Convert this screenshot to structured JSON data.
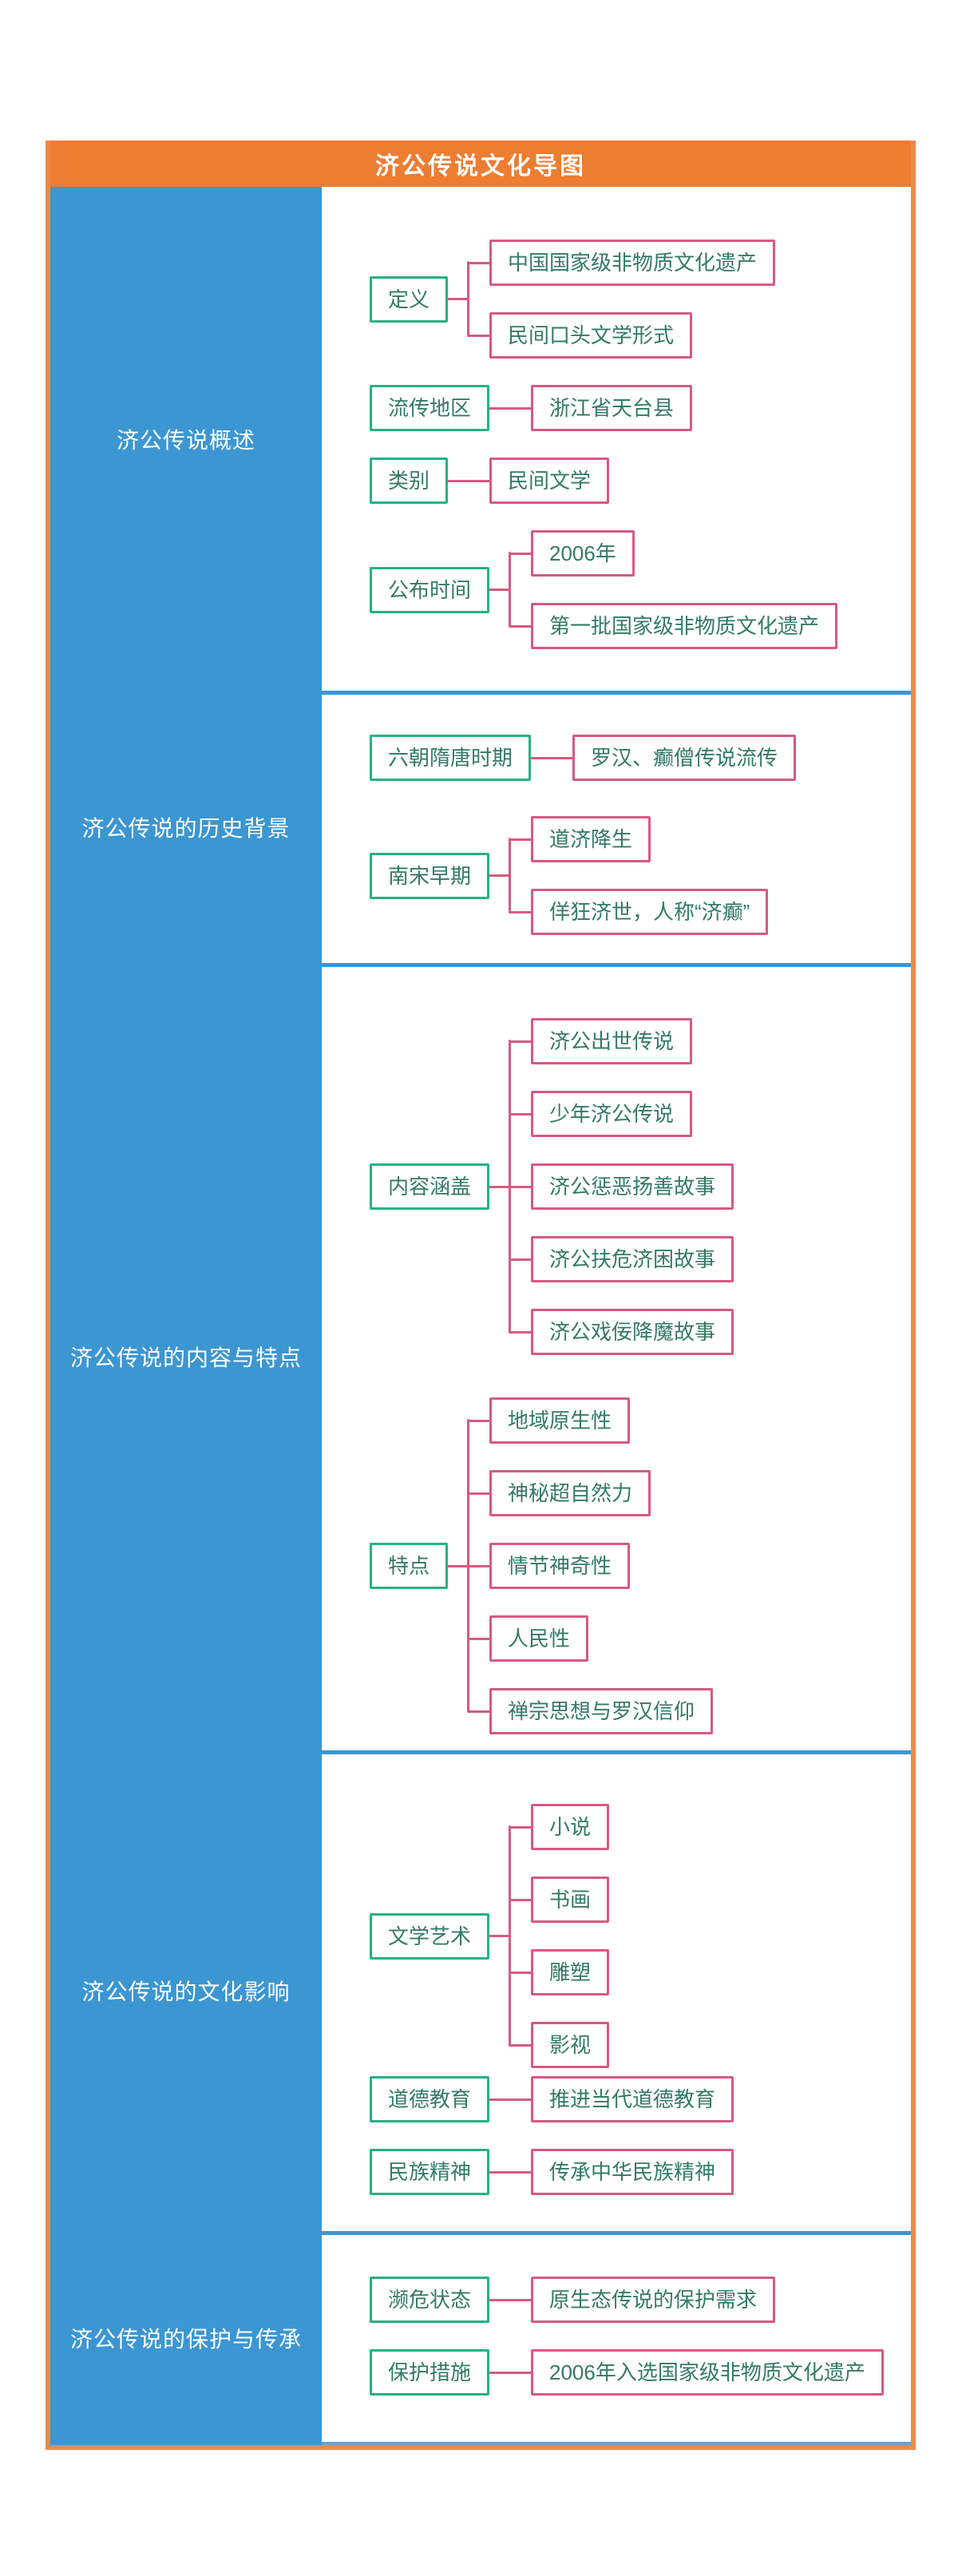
{
  "header": {
    "title": "济公传说文化导图"
  },
  "colors": {
    "header_orange": "#ED7D31",
    "frame_orange": "#E98B49",
    "section_blue": "#3B96D2",
    "level2_green": "#25B285",
    "level3_pink": "#D75A80",
    "node_text_teal": "#337A67",
    "bottom_line_gray": "#7E9CBA"
  },
  "sections": [
    {
      "label": "济公传说概述",
      "groups": [
        {
          "parent": "定义",
          "children": [
            "中国国家级非物质文化遗产",
            "民间口头文学形式"
          ]
        },
        {
          "parent": "流传地区",
          "children": [
            "浙江省天台县"
          ]
        },
        {
          "parent": "类别",
          "children": [
            "民间文学"
          ]
        },
        {
          "parent": "公布时间",
          "children": [
            "2006年",
            "第一批国家级非物质文化遗产"
          ]
        }
      ]
    },
    {
      "label": "济公传说的历史背景",
      "groups": [
        {
          "parent": "六朝隋唐时期",
          "children": [
            "罗汉、癫僧传说流传"
          ]
        },
        {
          "parent": "南宋早期",
          "children": [
            "道济降生",
            "佯狂济世，人称“济癫”"
          ]
        }
      ]
    },
    {
      "label": "济公传说的内容与特点",
      "groups": [
        {
          "parent": "内容涵盖",
          "children": [
            "济公出世传说",
            "少年济公传说",
            "济公惩恶扬善故事",
            "济公扶危济困故事",
            "济公戏佞降魔故事"
          ]
        },
        {
          "parent": "特点",
          "children": [
            "地域原生性",
            "神秘超自然力",
            "情节神奇性",
            "人民性",
            "禅宗思想与罗汉信仰"
          ]
        }
      ]
    },
    {
      "label": "济公传说的文化影响",
      "groups": [
        {
          "parent": "文学艺术",
          "children": [
            "小说",
            "书画",
            "雕塑",
            "影视"
          ]
        },
        {
          "parent": "道德教育",
          "children": [
            "推进当代道德教育"
          ]
        },
        {
          "parent": "民族精神",
          "children": [
            "传承中华民族精神"
          ]
        }
      ]
    },
    {
      "label": "济公传说的保护与传承",
      "groups": [
        {
          "parent": "濒危状态",
          "children": [
            "原生态传说的保护需求"
          ]
        },
        {
          "parent": "保护措施",
          "children": [
            "2006年入选国家级非物质文化遗产"
          ]
        }
      ]
    }
  ]
}
